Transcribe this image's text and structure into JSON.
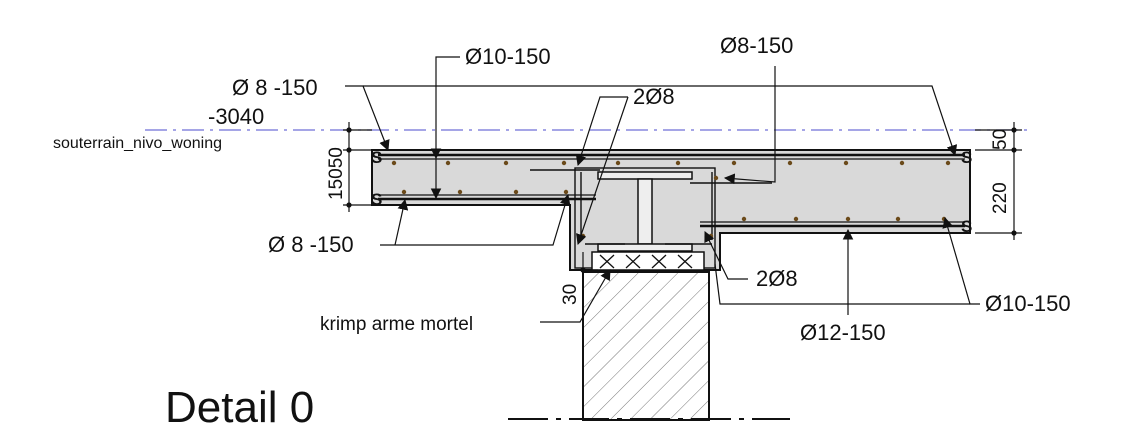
{
  "title": "Detail 0",
  "level": {
    "value": "-3040",
    "name": "souterrain_nivo_woning"
  },
  "rebar_labels": {
    "top_left_mesh": "Ø 8 -150",
    "top_main": "Ø10-150",
    "top_right": "Ø8-150",
    "beam_bars_top": "2Ø8",
    "bottom_left_mesh": "Ø 8 -150",
    "beam_bars_bottom": "2Ø8",
    "bottom_right": "Ø10-150",
    "bottom_mid": "Ø12-150"
  },
  "material_label": "krimp arme mortel",
  "dimensions": {
    "left_top": "50",
    "left_slab": "150",
    "left_combined": "15050",
    "right_top": "50",
    "right_slab": "220",
    "bearing": "30"
  },
  "colors": {
    "concrete": "#d9d9d9",
    "level_line": "#6f6fd8",
    "rebar_dot": "#6b4a1a",
    "line": "#111111"
  }
}
